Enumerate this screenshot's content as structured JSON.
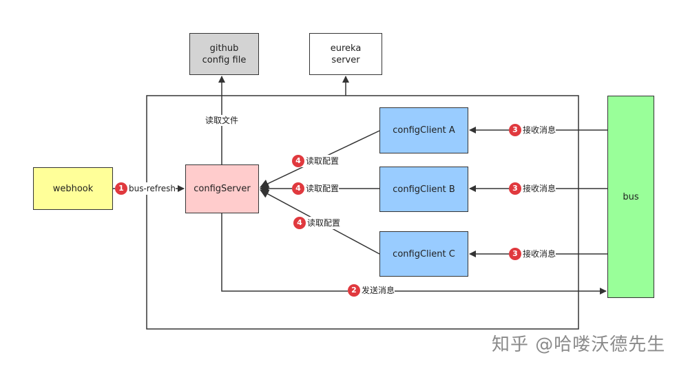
{
  "nodes": {
    "github": "github\nconfig file",
    "eureka": "eureka\nserver",
    "webhook": "webhook",
    "config_server": "configServer",
    "client_a": "configClient A",
    "client_b": "configClient B",
    "client_c": "configClient C",
    "bus": "bus"
  },
  "edges": {
    "read_file": "读取文件",
    "bus_refresh": {
      "step": "1",
      "text": "bus-refresh"
    },
    "send_message": {
      "step": "2",
      "text": "发送消息"
    },
    "receive_a": {
      "step": "3",
      "text": "接收消息"
    },
    "receive_b": {
      "step": "3",
      "text": "接收消息"
    },
    "receive_c": {
      "step": "3",
      "text": "接收消息"
    },
    "read_config_a": {
      "step": "4",
      "text": "读取配置"
    },
    "read_config_b": {
      "step": "4",
      "text": "读取配置"
    },
    "read_config_c": {
      "step": "4",
      "text": "读取配置"
    }
  },
  "watermark": "知乎 @哈喽沃德先生",
  "colors": {
    "badge": "#e0393e",
    "github_fill": "#d3d3d3",
    "webhook_fill": "#ffff99",
    "server_fill": "#ffcccc",
    "client_fill": "#99ccff",
    "bus_fill": "#99ff99"
  }
}
